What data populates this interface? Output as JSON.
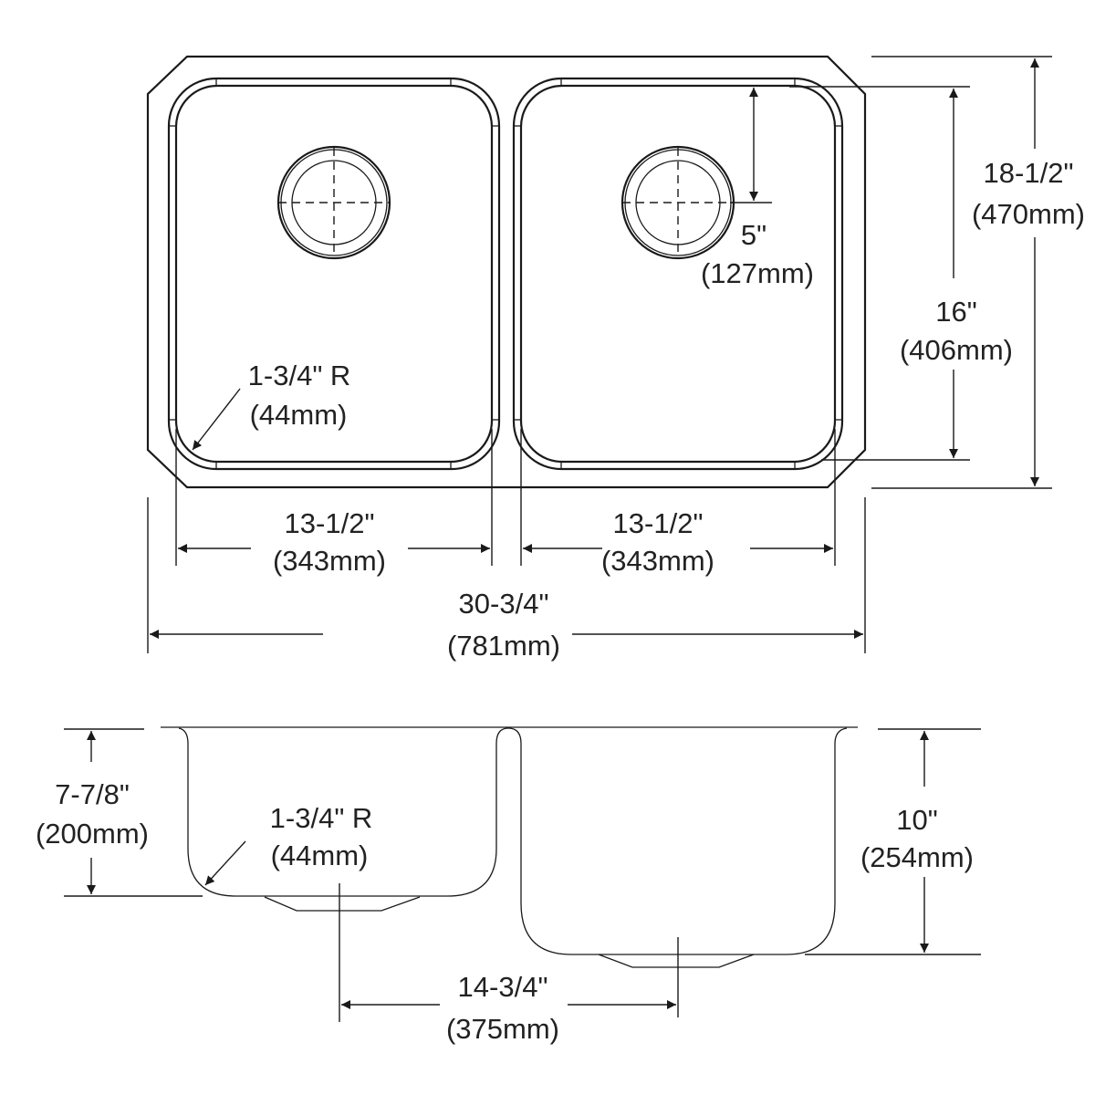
{
  "drawing": {
    "views": [
      "top-view",
      "side-section-view"
    ],
    "line_color": "#1a1a1a",
    "text_color": "#222222"
  },
  "top_view": {
    "bowl_width_left": {
      "imperial": "13-1/2\"",
      "metric": "(343mm)"
    },
    "bowl_width_right": {
      "imperial": "13-1/2\"",
      "metric": "(343mm)"
    },
    "overall_width": {
      "imperial": "30-3/4\"",
      "metric": "(781mm)"
    },
    "overall_depth": {
      "imperial": "18-1/2\"",
      "metric": "(470mm)"
    },
    "bowl_depth": {
      "imperial": "16\"",
      "metric": "(406mm)"
    },
    "drain_offset": {
      "imperial": "5\"",
      "metric": "(127mm)"
    },
    "corner_radius": {
      "imperial": "1-3/4\" R",
      "metric": "(44mm)"
    }
  },
  "side_view": {
    "left_bowl_depth": {
      "imperial": "7-7/8\"",
      "metric": "(200mm)"
    },
    "right_bowl_depth": {
      "imperial": "10\"",
      "metric": "(254mm)"
    },
    "corner_radius": {
      "imperial": "1-3/4\" R",
      "metric": "(44mm)"
    },
    "drain_center_distance": {
      "imperial": "14-3/4\"",
      "metric": "(375mm)"
    }
  }
}
